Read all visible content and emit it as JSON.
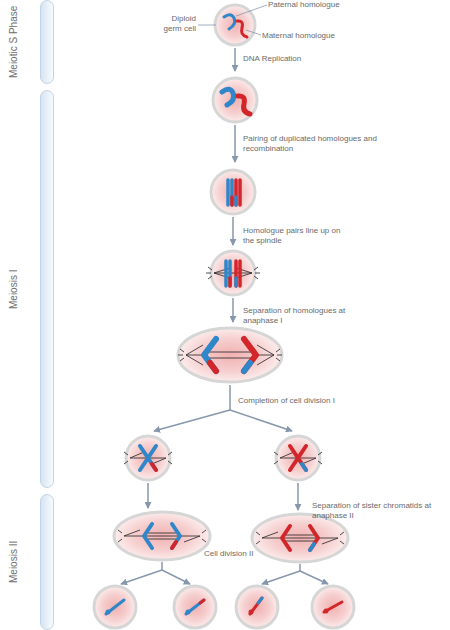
{
  "diagram": {
    "nodes": [
      {
        "text": [
          "Meiotic S Phase"
        ]
      },
      {
        "text": [
          "Meiosis I"
        ]
      },
      {
        "text": [
          "Meiosis II"
        ]
      }
    ],
    "labels": [
      "Paternal homologue",
      "Diploid germ cell",
      "Maternal homologue",
      "DNA Replication",
      "Pairing of duplicated homologues and recombination",
      "Homologue pairs line up on the spindle",
      "Separation of homologues at anaphase I",
      "Completion of cell division I",
      "Separation of sister chromatids at anaphase II",
      "Cell division II"
    ]
  }
}
